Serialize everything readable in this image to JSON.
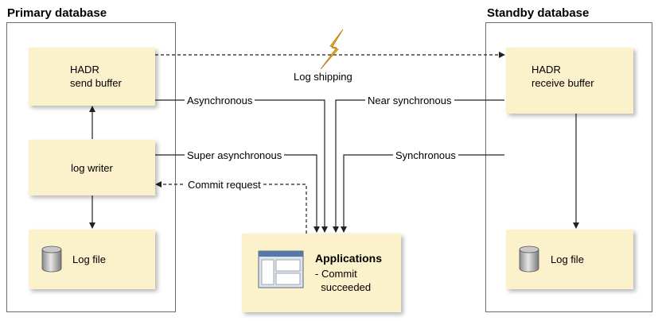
{
  "primary": {
    "title": "Primary database",
    "send_buffer_label": "HADR\nsend buffer",
    "log_writer_label": "log writer",
    "log_file_label": "Log file"
  },
  "standby": {
    "title": "Standby database",
    "receive_buffer_label": "HADR\nreceive buffer",
    "log_file_label": "Log file"
  },
  "applications": {
    "title": "Applications",
    "status": "- Commit\n  succeeded"
  },
  "labels": {
    "log_shipping": "Log shipping",
    "asynchronous": "Asynchronous",
    "near_synchronous": "Near synchronous",
    "super_asynchronous": "Super asynchronous",
    "synchronous": "Synchronous",
    "commit_request": "Commit request"
  },
  "colors": {
    "node_fill": "#fbf1cb",
    "line": "#222222",
    "lightning": "#f0a81c"
  },
  "icons": [
    "lightning-bolt-icon",
    "database-cylinder-icon",
    "application-window-icon"
  ]
}
